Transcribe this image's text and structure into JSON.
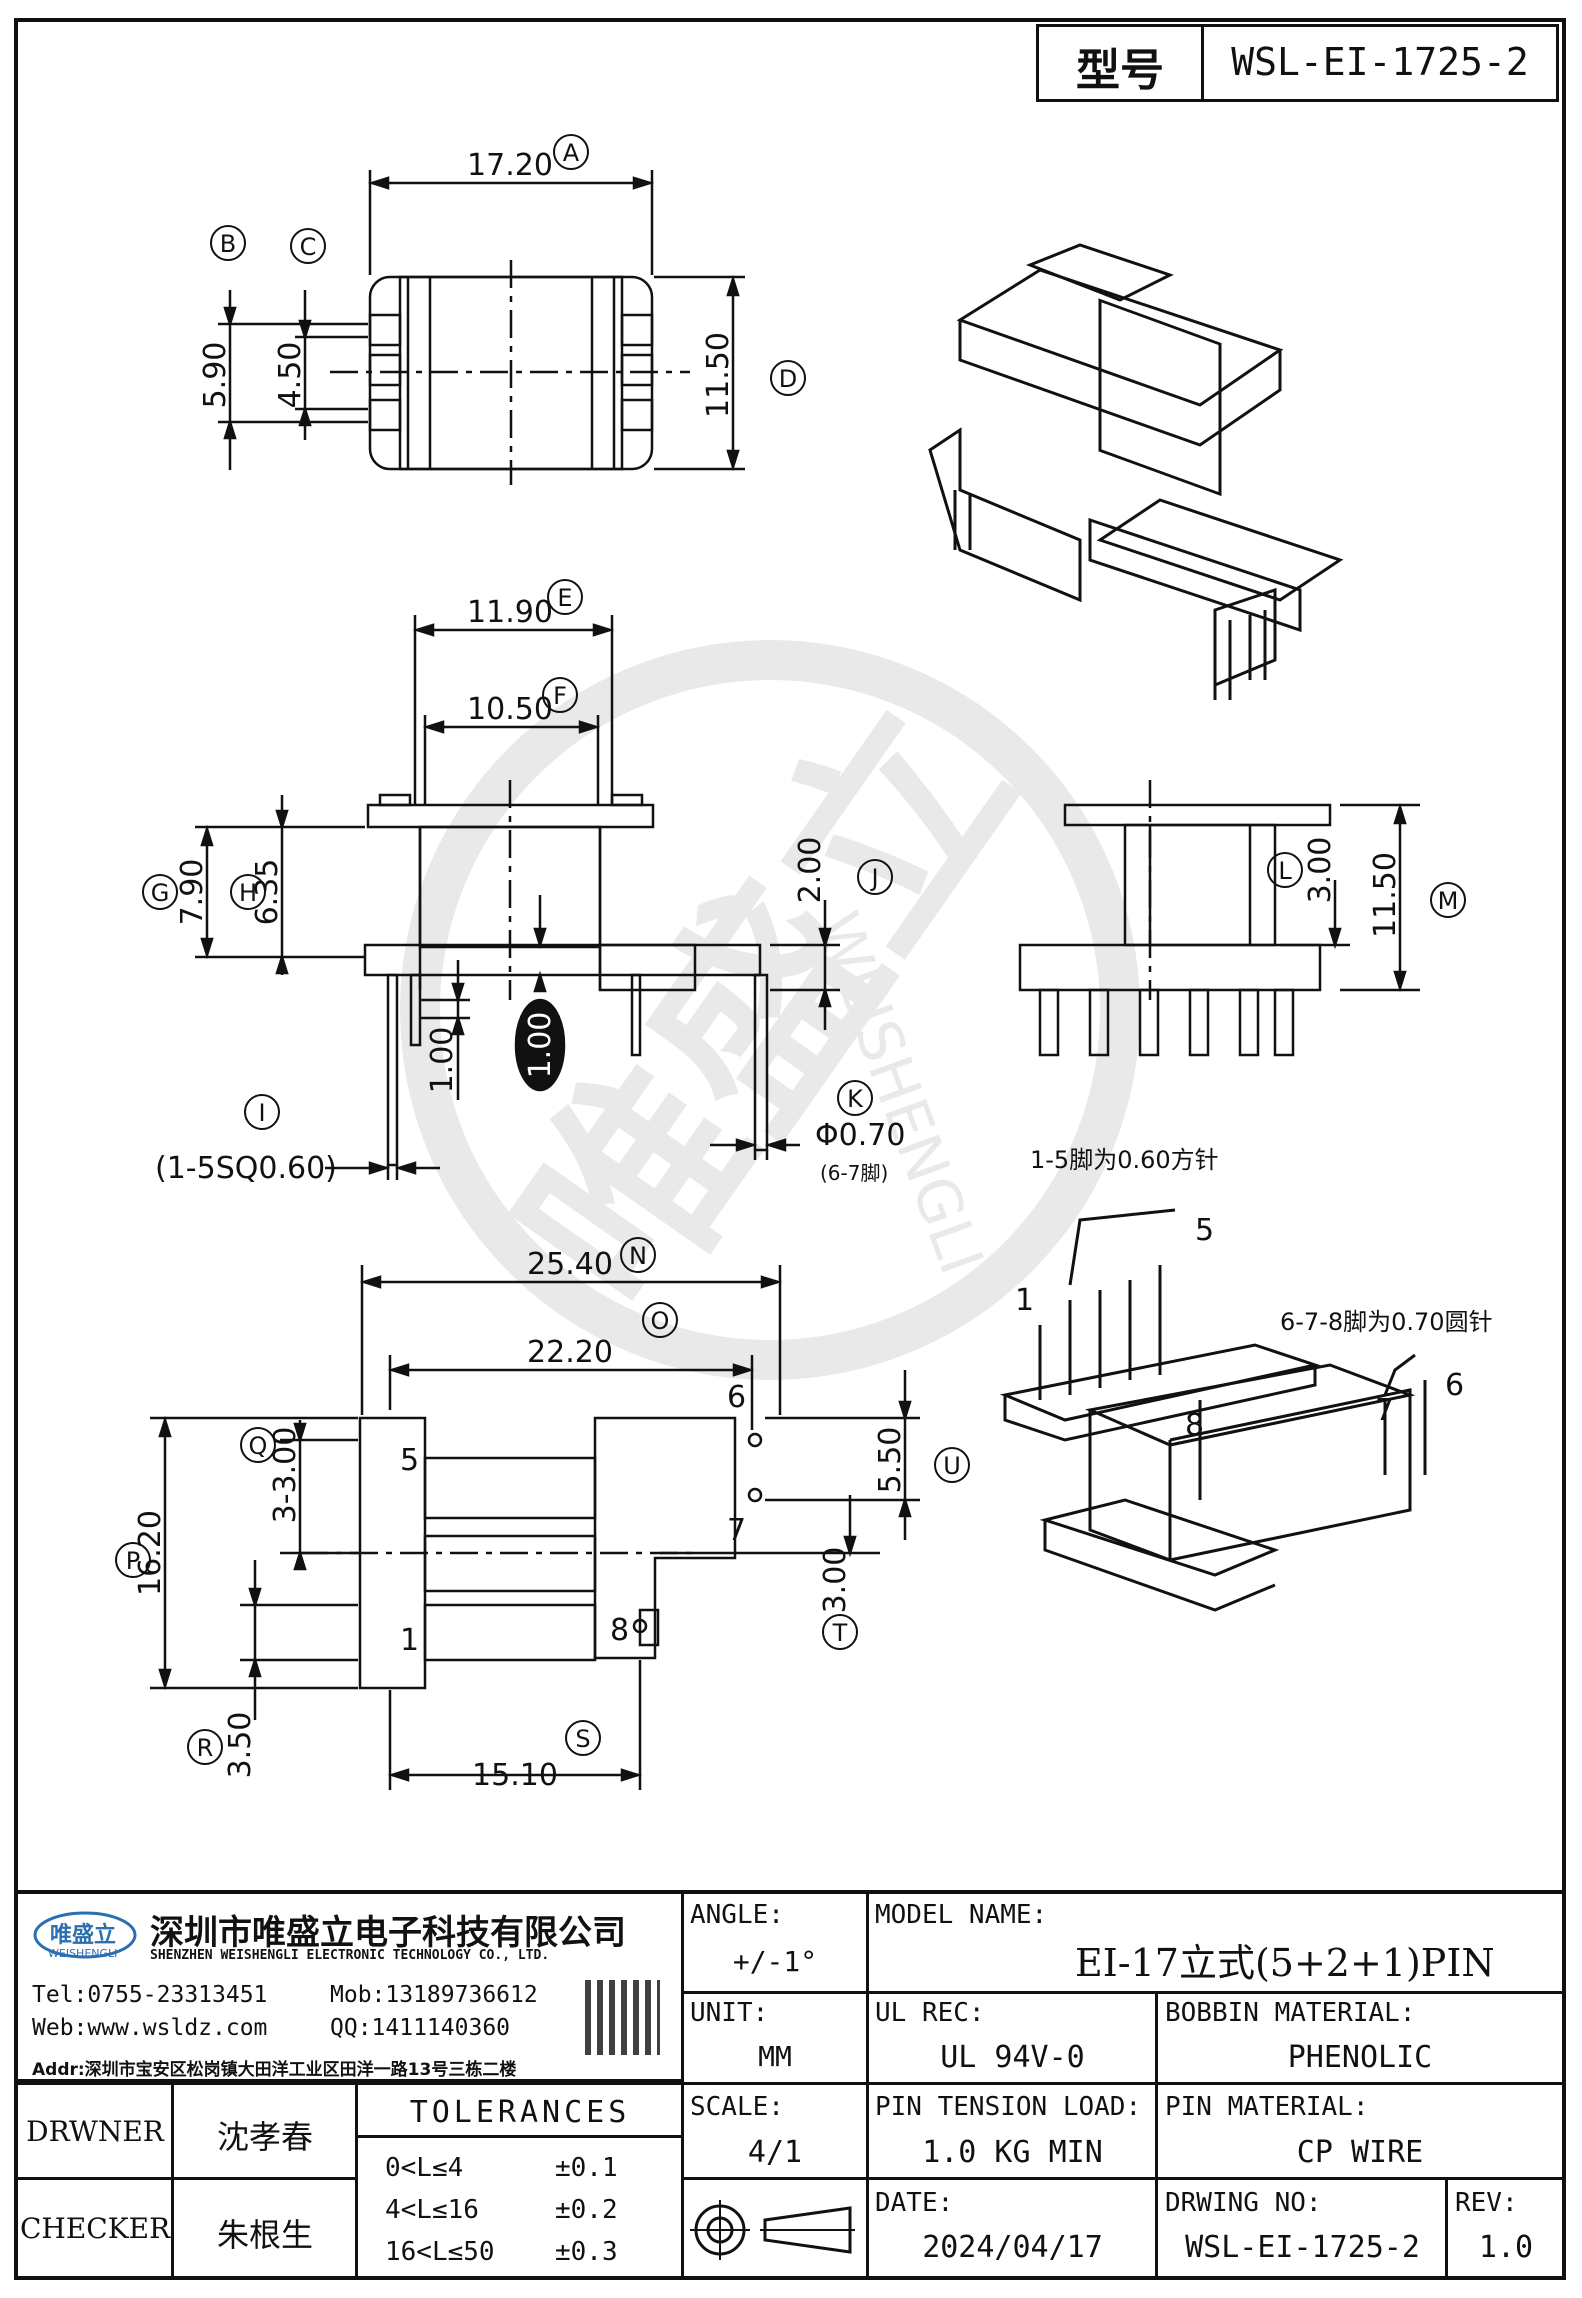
{
  "title_block_top": {
    "type_label": "型号",
    "type_value": "WSL-EI-1725-2"
  },
  "top_view": {
    "dims": [
      "17.20",
      "5.90",
      "4.50",
      "11.50"
    ],
    "markers": [
      "A",
      "B",
      "C",
      "D"
    ]
  },
  "front_view": {
    "dims": [
      "11.90",
      "10.50",
      "7.90",
      "6.35",
      "2.00",
      "1.00",
      "1.00",
      "Φ0.70"
    ],
    "markers": [
      "E",
      "F",
      "G",
      "H",
      "J",
      "I",
      "K"
    ],
    "notes": [
      "(1-5SQ0.60)",
      "(6-7脚)"
    ]
  },
  "side_view": {
    "dims": [
      "3.00",
      "11.50"
    ],
    "markers": [
      "L",
      "M"
    ]
  },
  "bottom_view": {
    "dims": [
      "25.40",
      "22.20",
      "3-3.00",
      "16.20",
      "3.50",
      "15.10",
      "5.50",
      "3.00"
    ],
    "markers": [
      "N",
      "O",
      "Q",
      "P",
      "R",
      "S",
      "U",
      "T"
    ],
    "pins": [
      "5",
      "1",
      "6",
      "7",
      "8"
    ]
  },
  "iso_bottom": {
    "note1": "1-5脚为0.60方针",
    "note2": "6-7-8脚为0.70圆针",
    "pins": [
      "1",
      "5",
      "6",
      "7",
      "8"
    ]
  },
  "watermark": {
    "cn": "唯盛立",
    "en": "WEISHENGLI"
  },
  "company": {
    "logo_cn": "唯盛立",
    "logo_en": "WEISHENGLI",
    "name_cn": "深圳市唯盛立电子科技有限公司",
    "name_en": "SHENZHEN WEISHENGLI ELECTRONIC TECHNOLOGY CO., LTD.",
    "tel": "Tel:0755-23313451",
    "mob": "Mob:13189736612",
    "web": "Web:www.wsldz.com",
    "qq": "QQ:1411140360",
    "addr": "Addr:深圳市宝安区松岗镇大田洋工业区田洋一路13号三栋二楼"
  },
  "table": {
    "angle_label": "ANGLE:",
    "angle_value": "+/-1°",
    "model_label": "MODEL NAME:",
    "model_value": "EI-17立式(5+2+1)PIN",
    "unit_label": "UNIT:",
    "unit_value": "MM",
    "ul_label": "UL REC:",
    "ul_value": "UL 94V-0",
    "bobbin_label": "BOBBIN MATERIAL:",
    "bobbin_value": "PHENOLIC",
    "scale_label": "SCALE:",
    "scale_value": "4/1",
    "tension_label": "PIN TENSION LOAD:",
    "tension_value": "1.0 KG MIN",
    "pinmat_label": "PIN MATERIAL:",
    "pinmat_value": "CP WIRE",
    "date_label": "DATE:",
    "date_value": "2024/04/17",
    "dwgno_label": "DRWING NO:",
    "dwgno_value": "WSL-EI-1725-2",
    "rev_label": "REV:",
    "rev_value": "1.0",
    "drawer_label": "DRWNER",
    "drawer_value": "沈孝春",
    "checker_label": "CHECKER",
    "checker_value": "朱根生",
    "tol_title": "TOLERANCES",
    "tol_rows": [
      {
        "range": "0<L≤4",
        "tol": "±0.1"
      },
      {
        "range": "4<L≤16",
        "tol": "±0.2"
      },
      {
        "range": "16<L≤50",
        "tol": "±0.3"
      }
    ]
  }
}
